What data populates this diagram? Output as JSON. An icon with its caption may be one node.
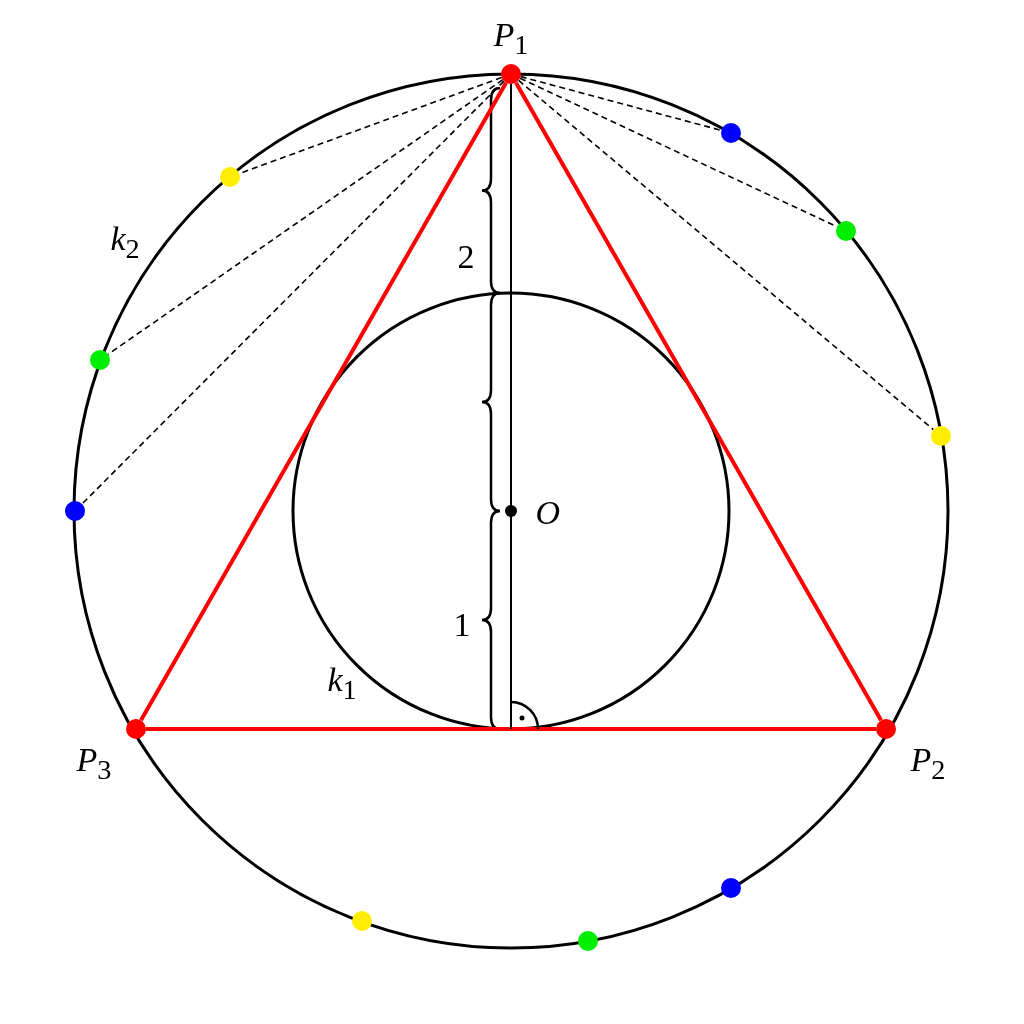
{
  "diagram": {
    "nodes": [
      {
        "text": [
          "*P*$_{1}$"
        ]
      },
      {
        "text": [
          "*P*$_{3}$"
        ]
      },
      {
        "text": [
          "*P*$_{2}$"
        ]
      },
      {
        "text": [],
        "shape": "circle"
      },
      {
        "text": [],
        "shape": "circle"
      },
      {
        "text": [],
        "shape": "circle"
      },
      {
        "text": [],
        "shape": "circle"
      },
      {
        "text": [],
        "shape": "circle"
      },
      {
        "text": [],
        "shape": "circle"
      },
      {
        "text": [],
        "shape": "circle"
      },
      {
        "text": [],
        "shape": "circle"
      },
      {
        "text": [],
        "shape": "circle"
      },
      {
        "text": [],
        "shape": "arc"
      }
    ],
    "edges": [
      {
        "from": 0,
        "to": 2,
        "arrow": "none",
        "style": "thick",
        "color": "#ff0000"
      },
      {
        "from": 2,
        "to": 1,
        "arrow": "none",
        "style": "thick",
        "color": "#ff0000"
      },
      {
        "from": 1,
        "to": 0,
        "arrow": "none",
        "style": "thick",
        "color": "#ff0000"
      },
      {
        "from": 0,
        "to": 12,
        "arrow": "none"
      },
      {
        "from": 0,
        "to": 3,
        "arrow": "none",
        "style": "dashed"
      },
      {
        "from": 0,
        "to": 4,
        "arrow": "none",
        "style": "dashed"
      },
      {
        "from": 0,
        "to": 5,
        "arrow": "none",
        "style": "dashed"
      },
      {
        "from": 0,
        "to": 8,
        "arrow": "none",
        "style": "dashed"
      },
      {
        "from": 0,
        "to": 10,
        "arrow": "none",
        "style": "dashed"
      },
      {
        "from": 0,
        "to": 11,
        "arrow": "none",
        "style": "dashed"
      }
    ],
    "labels": [
      "*k*$_{2}$",
      "2",
      "*O*",
      "1",
      "*k*$_{1}$"
    ]
  }
}
